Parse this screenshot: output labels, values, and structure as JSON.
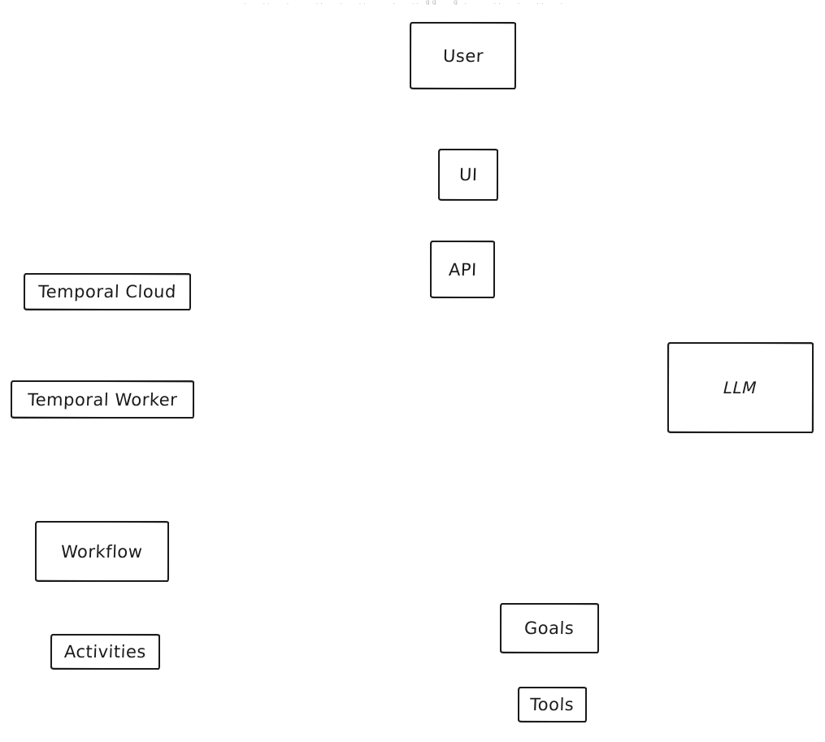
{
  "canvas": {
    "background": "#ffffff",
    "ink": "#1b1b1b"
  },
  "top_clipped_text": ". _ .. _ . _ _ .. _ . _ .. _ _ . _ .. gg _ g . _ _ .. _ . _ .. _ .",
  "nodes": [
    {
      "id": "user",
      "label": "User"
    },
    {
      "id": "ui",
      "label": "UI"
    },
    {
      "id": "api",
      "label": "API"
    },
    {
      "id": "temporal-cloud",
      "label": "Temporal Cloud"
    },
    {
      "id": "temporal-worker",
      "label": "Temporal Worker"
    },
    {
      "id": "llm",
      "label": "LLM"
    },
    {
      "id": "workflow",
      "label": "Workflow"
    },
    {
      "id": "activities",
      "label": "Activities"
    },
    {
      "id": "goals",
      "label": "Goals"
    },
    {
      "id": "tools",
      "label": "Tools"
    }
  ]
}
